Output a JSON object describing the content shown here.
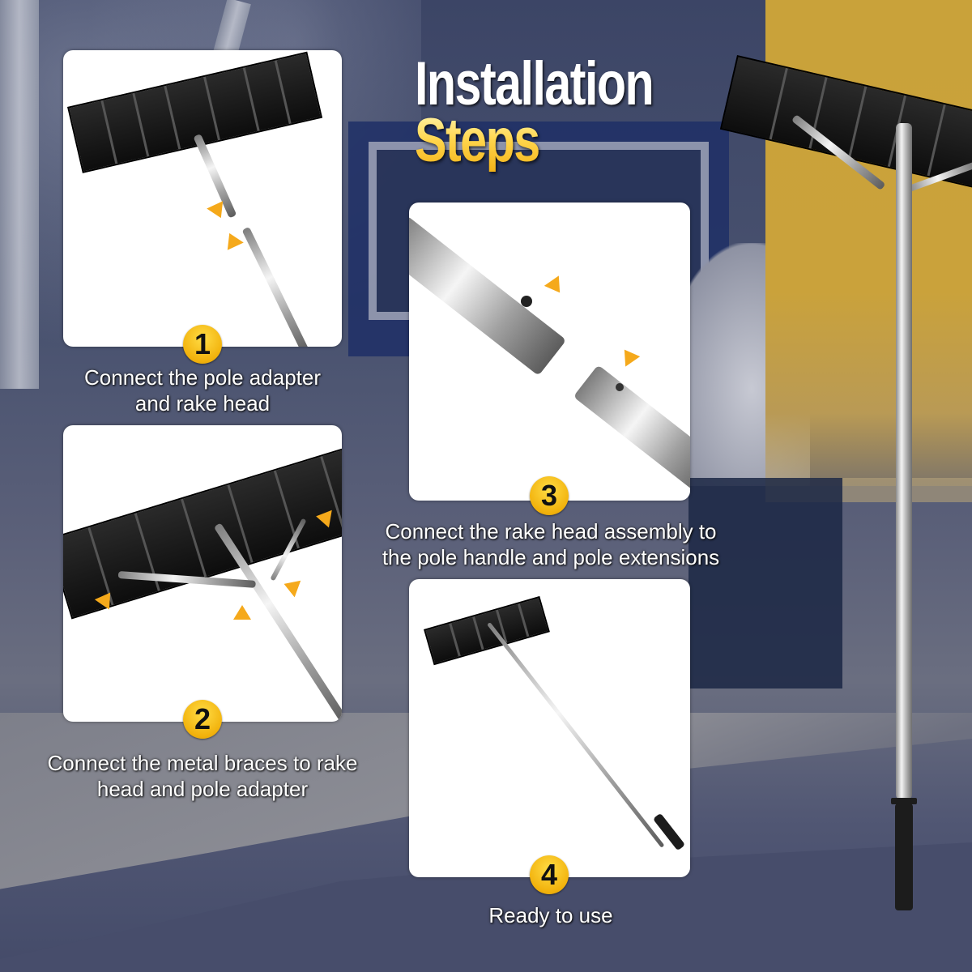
{
  "title": {
    "line1": "Installation",
    "line2": "Steps"
  },
  "colors": {
    "accent_yellow": "#f2b20c",
    "title_yellow": "#ffd44a",
    "arrow_orange": "#f5a91b",
    "background_navy": "#444b69",
    "side_strip": "#c9a23a"
  },
  "steps": [
    {
      "number": "1",
      "caption_line1": "Connect the pole adapter",
      "caption_line2": "and rake head",
      "image": "rake-head-pole-adapter-connection"
    },
    {
      "number": "2",
      "caption_line1": "Connect the metal braces to rake",
      "caption_line2": "head and pole adapter",
      "image": "metal-braces-connection"
    },
    {
      "number": "3",
      "caption_line1": "Connect the rake head assembly to",
      "caption_line2": "the pole handle and pole extensions",
      "image": "pole-extension-connection"
    },
    {
      "number": "4",
      "caption_line1": "Ready to use",
      "caption_line2": "",
      "image": "assembled-roof-rake"
    }
  ],
  "icons": {
    "badge": "numbered-circle-icon",
    "arrow": "orange-arrow-icon"
  }
}
